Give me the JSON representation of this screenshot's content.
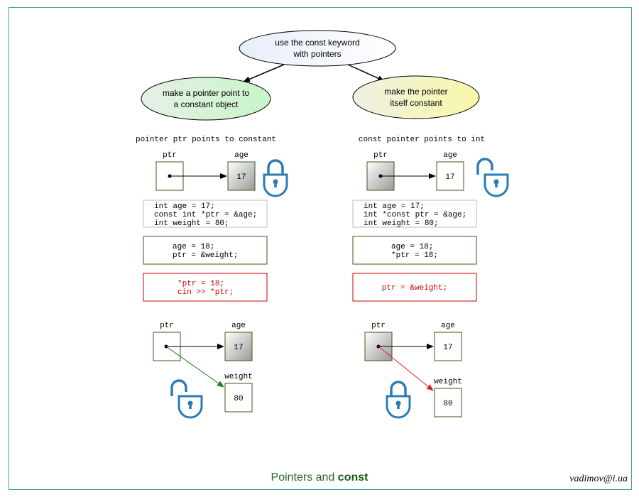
{
  "top_ellipse": {
    "line1": "use the const keyword",
    "line2": "with pointers"
  },
  "left": {
    "ellipse_line1": "make a pointer point to",
    "ellipse_line2": "a constant object",
    "heading": "pointer ptr points to constant",
    "diagram1": {
      "ptr_label": "ptr",
      "age_label": "age",
      "age_value": "17"
    },
    "code_decl": [
      "int age = 17;",
      "const int *ptr = &age;",
      "int weight = 80;"
    ],
    "code_ok": [
      "age = 18;",
      "ptr = &weight;"
    ],
    "code_err": [
      "*ptr = 18;",
      "cin >> *ptr;"
    ],
    "diagram2": {
      "ptr_label": "ptr",
      "age_label": "age",
      "age_value": "17",
      "weight_label": "weight",
      "weight_value": "80"
    }
  },
  "right": {
    "ellipse_line1": "make the pointer",
    "ellipse_line2": "itself constant",
    "heading": "const pointer points to int",
    "diagram1": {
      "ptr_label": "ptr",
      "age_label": "age",
      "age_value": "17"
    },
    "code_decl": [
      "int age = 17;",
      "int *const ptr = &age;",
      "int weight = 80;"
    ],
    "code_ok": [
      "age = 18;",
      "*ptr = 18;"
    ],
    "code_err": [
      "ptr = &weight;"
    ],
    "diagram2": {
      "ptr_label": "ptr",
      "age_label": "age",
      "age_value": "17",
      "weight_label": "weight",
      "weight_value": "80"
    }
  },
  "caption": {
    "normal": "Pointers and ",
    "bold": "const"
  },
  "author": "vadimov@i.ua",
  "icons": [
    "lock-closed-icon",
    "lock-open-icon"
  ],
  "colors": {
    "frame": "#39a0a3",
    "box_border": "#3a5a1a",
    "error": "#cc0000",
    "ok_arrow": "#1a7a1a",
    "lock": "#2b7bb6"
  }
}
